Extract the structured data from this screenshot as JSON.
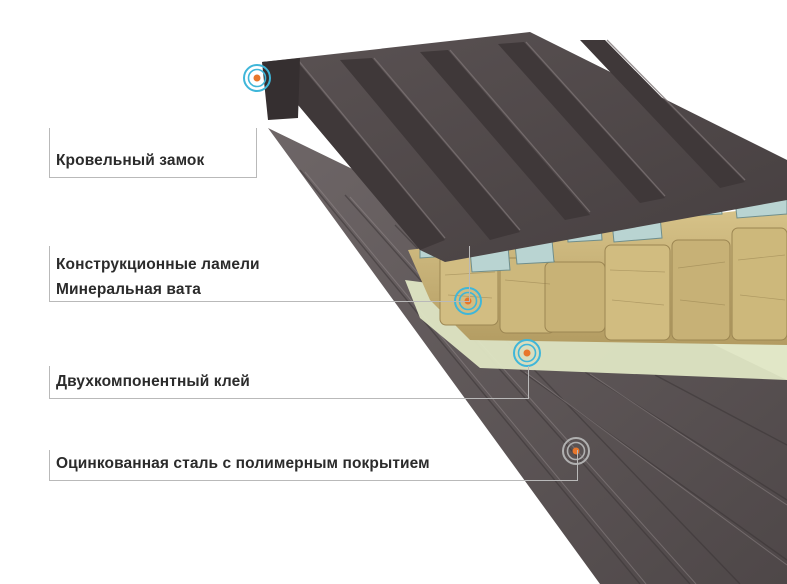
{
  "labels": {
    "roof_lock": "Кровельный замок",
    "lamellae": "Конструкционные ламели",
    "mineral_wool": "Минеральная вата",
    "adhesive": "Двухкомпонентный клей",
    "steel": "Оцинкованная сталь с полимерным покрытием"
  },
  "colors": {
    "metal_dark": "#4f4748",
    "metal_mid": "#6b6263",
    "metal_light": "#8a8182",
    "wool": "#c9b47a",
    "wool_dark": "#a8915a",
    "adhesive": "#dfe6c4",
    "lamella": "#b9d4d2",
    "marker_blue": "#3fb6d9",
    "marker_orange": "#e8762b",
    "marker_gray": "#b0b0b0"
  },
  "icons": [
    "target-marker-icon"
  ]
}
